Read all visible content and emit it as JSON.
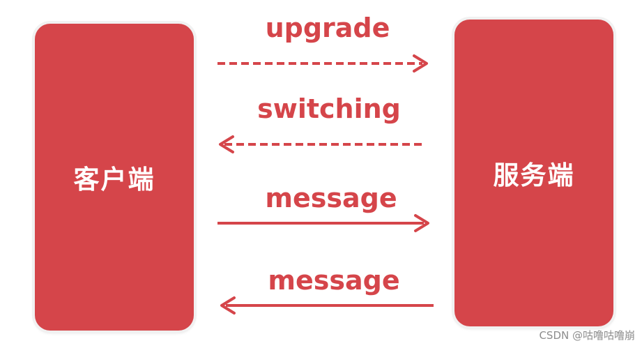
{
  "nodes": {
    "client": "客户端",
    "server": "服务端"
  },
  "messages": [
    {
      "label": "upgrade",
      "direction": "client-to-server",
      "line_style": "dashed"
    },
    {
      "label": "switching",
      "direction": "server-to-client",
      "line_style": "dashed"
    },
    {
      "label": "message",
      "direction": "client-to-server",
      "line_style": "solid"
    },
    {
      "label": "message",
      "direction": "server-to-client",
      "line_style": "solid"
    }
  ],
  "watermark": "CSDN @咕噜咕噜崩",
  "colors": {
    "accent": "#d5454a",
    "node_text": "#ffffff",
    "watermark": "#8c8c8c"
  }
}
